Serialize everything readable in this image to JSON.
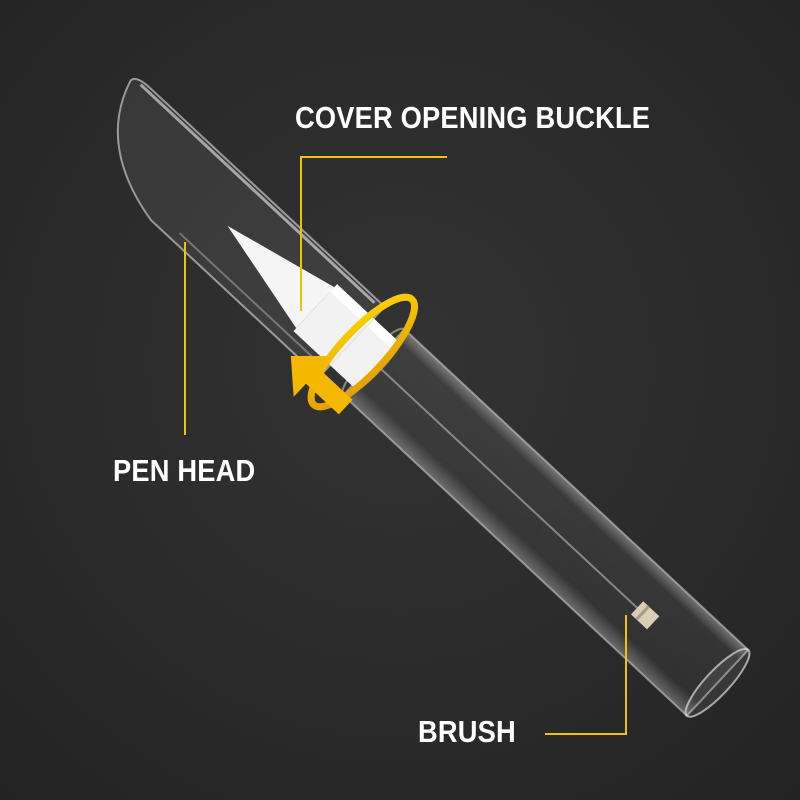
{
  "labels": {
    "cover_opening_buckle": "COVER OPENING BUCKLE",
    "pen_head": "PEN HEAD",
    "brush": "BRUSH"
  },
  "colors": {
    "background": "#2a2a2a",
    "accent_line": "#f2c200",
    "label_text": "#ffffff"
  }
}
